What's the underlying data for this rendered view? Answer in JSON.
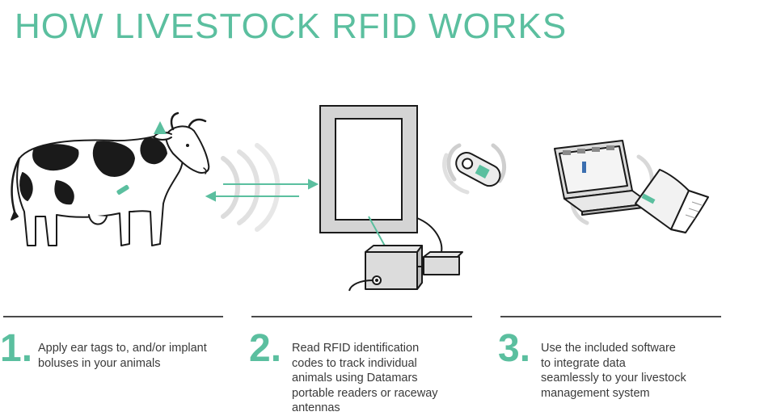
{
  "title": "HOW LIVESTOCK RFID WORKS",
  "colors": {
    "accent": "#5bbf9f",
    "ink": "#1a1a1a",
    "divider": "#4a4a4a",
    "text": "#3a3a3a"
  },
  "icons": [
    "cow-icon",
    "ear-tag-icon",
    "bolus-implant-icon",
    "radio-wave-icon",
    "panel-antenna-icon",
    "reader-box-icon",
    "handheld-reader-icon",
    "laptop-icon",
    "record-book-icon"
  ],
  "steps": [
    {
      "number": "1.",
      "text": "Apply ear tags to, and/or implant\nboluses in your animals"
    },
    {
      "number": "2.",
      "text": "Read RFID identification\ncodes to track individual\nanimals using Datamars\nportable readers or raceway\nantennas"
    },
    {
      "number": "3.",
      "text": "Use the included software\nto integrate data\nseamlessly to your livestock\nmanagement system"
    }
  ]
}
